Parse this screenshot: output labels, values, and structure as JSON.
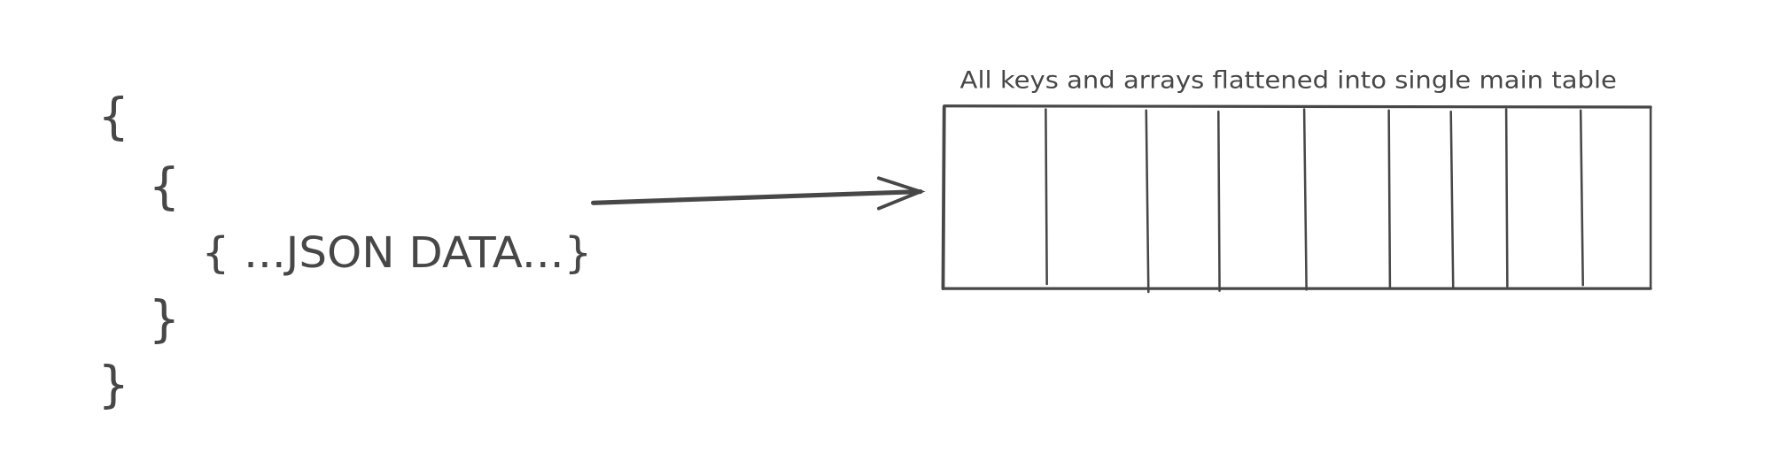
{
  "json_side": {
    "outer_open": "{",
    "inner_open": "{",
    "data_label": "{ ...JSON DATA...}",
    "inner_close": "}",
    "outer_close": "}"
  },
  "table_side": {
    "caption": "All keys and arrays flattened into single main table",
    "column_count": 9
  },
  "colors": {
    "ink": "#474747",
    "background": "#ffffff"
  }
}
